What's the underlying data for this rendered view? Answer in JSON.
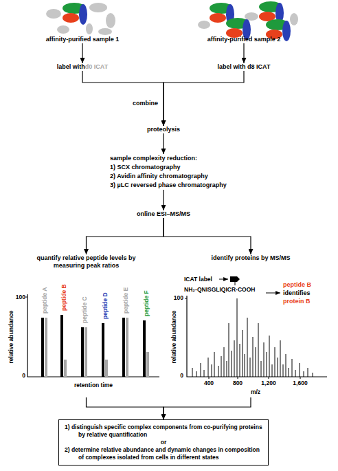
{
  "diagram": {
    "nodes": [
      {
        "text": [
          "affinity-purified sample 1"
        ]
      },
      {
        "text": [
          "affinity-purified sample 2"
        ]
      },
      {
        "text": [
          "label with",
          "d0 ICAT"
        ]
      },
      {
        "text": [
          "label with d8 ICAT"
        ]
      },
      {
        "text": [
          "proteolysis"
        ]
      },
      {
        "text": [
          "sample complexity reduction:",
          "1) SCX chromatography",
          "2) Avidin affinity chromatography",
          "3) µLC reversed phase chromatography"
        ]
      },
      {
        "text": [
          "online ESI–MS/MS"
        ]
      },
      {
        "text": [
          "quantify relative peptide levels by measuring peak ratios"
        ]
      },
      {
        "text": [
          "identify proteins by MS/MS"
        ]
      },
      {
        "text": [
          "1) distinguish specific complex components from co-purifying proteins by relative quantification",
          "or",
          "2) determine relative abundance and dynamic changes in composition of complexes isolated from cells in different states"
        ]
      }
    ],
    "edges": [
      {
        "from": 0,
        "to": 2,
        "arrow": "to"
      },
      {
        "from": 1,
        "to": 3,
        "arrow": "to"
      },
      {
        "from": 2,
        "to": 4,
        "arrow": "to"
      },
      {
        "from": 3,
        "to": 4,
        "arrow": "to"
      },
      {
        "from": 4,
        "to": 5,
        "arrow": "to"
      },
      {
        "from": 5,
        "to": 6,
        "arrow": "to"
      },
      {
        "from": 6,
        "to": 7,
        "arrow": "to"
      },
      {
        "from": 6,
        "to": 8,
        "arrow": "to"
      },
      {
        "from": 7,
        "to": 9,
        "arrow": "to"
      },
      {
        "from": 8,
        "to": 9,
        "arrow": "to"
      }
    ],
    "labels": [
      "combine",
      "peptide A",
      "peptide B",
      "peptide C",
      "peptide D",
      "peptide E",
      "peptide F",
      "100",
      "relative abundance",
      "0",
      "retention time",
      "ICAT label",
      "NH₂-QNISGLIQICR-COOH",
      "peptide B",
      "identifies",
      "protein B",
      "100",
      "relative abundance",
      "0",
      "400",
      "800",
      "1,200",
      "1,600",
      "m/z"
    ]
  }
}
